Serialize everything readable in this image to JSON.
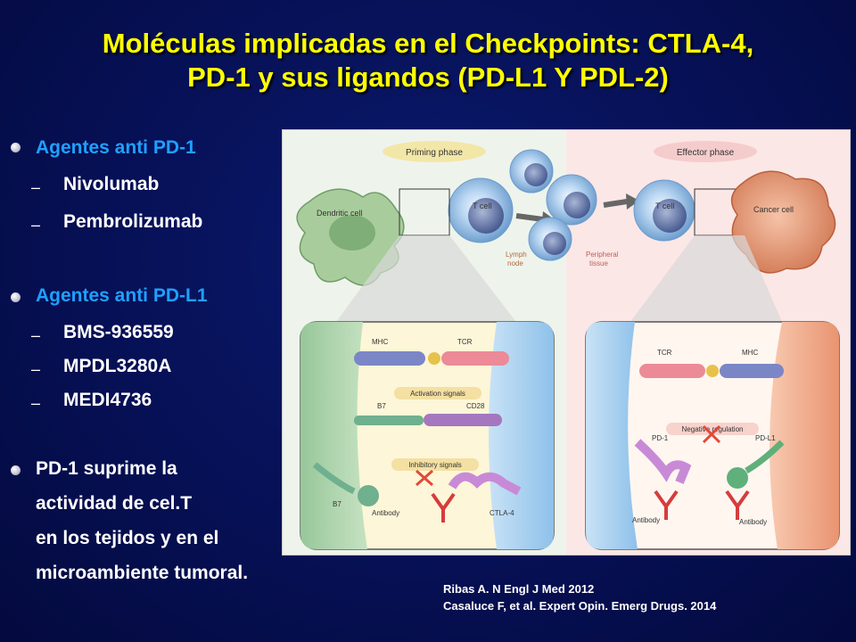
{
  "title": {
    "line1": "Moléculas implicadas en el Checkpoints: CTLA-4,",
    "line2": "PD-1 y sus ligandos (PD-L1 Y PDL-2)"
  },
  "bullets": {
    "pd1_head": "Agentes anti PD-1",
    "pd1_items": [
      "Nivolumab",
      "Pembrolizumab"
    ],
    "pdl1_head": "Agentes anti PD-L1",
    "pdl1_items": [
      "BMS-936559",
      "MPDL3280A",
      "MEDI4736"
    ],
    "statement_lines": [
      "PD-1 suprime la",
      "actividad de cel.T",
      "en los tejidos y en el",
      "microambiente tumoral."
    ]
  },
  "figure": {
    "priming_phase": "Priming phase",
    "effector_phase": "Effector phase",
    "dendritic_cell": "Dendritic cell",
    "t_cell": "T cell",
    "cancer_cell": "Cancer cell",
    "lymph_node_1": "Lymph",
    "lymph_node_2": "node",
    "peripheral_1": "Peripheral",
    "peripheral_2": "tissue",
    "mhc": "MHC",
    "tcr": "TCR",
    "activation_signals": "Activation signals",
    "b7": "B7",
    "cd28": "CD28",
    "inhibitory_signals": "Inhibitory signals",
    "antibody": "Antibody",
    "ctla4": "CTLA-4",
    "negative_regulation": "Negative regulation",
    "pd1": "PD-1",
    "pdl1": "PD-L1"
  },
  "citation": {
    "line1": "Ribas A. N Engl J Med  2012",
    "line2": "Casaluce F, et al. Expert Opin. Emerg Drugs. 2014"
  },
  "colors": {
    "background": "#061055",
    "title": "#ffff00",
    "bullet_head": "#1fa0ff",
    "text": "#ffffff"
  }
}
